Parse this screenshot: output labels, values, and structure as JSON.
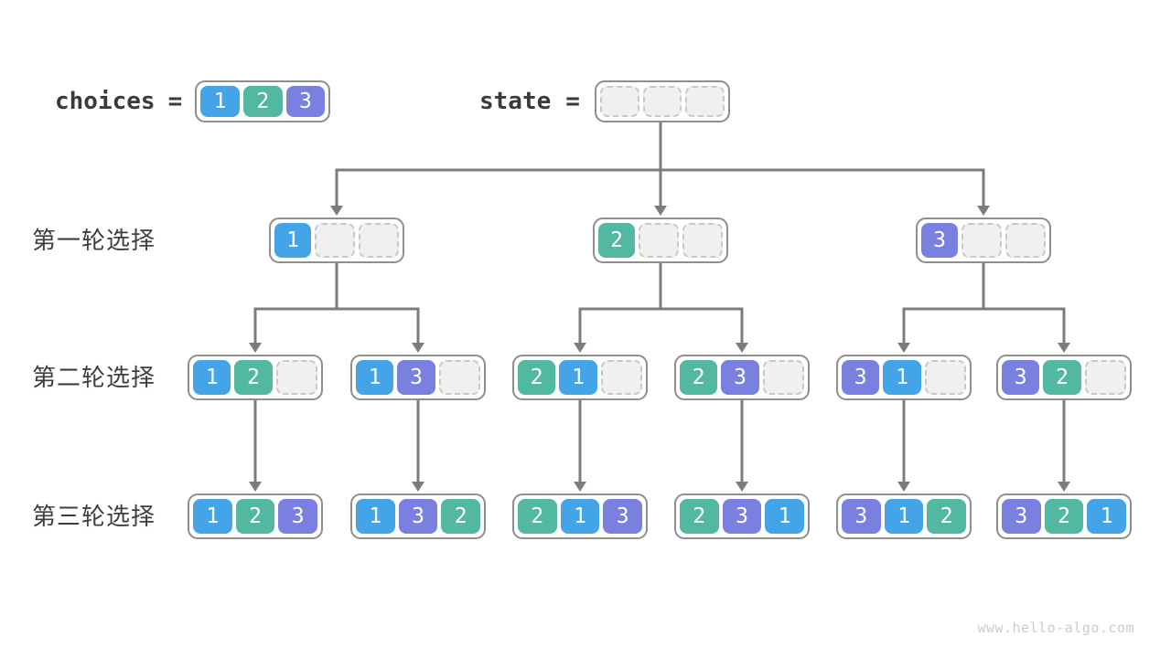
{
  "page": {
    "watermark": "www.hello-algo.com",
    "background": "#ffffff"
  },
  "colors": {
    "choice1": "#43A5E7",
    "choice2": "#52B8A2",
    "choice3": "#7A80E0",
    "emptyFill": "#f0f0f0",
    "emptyBorder": "#c8c8c8",
    "boxBorder": "#8e8e8e",
    "arrow": "#7c7c7c",
    "labelText": "#3e3e3e"
  },
  "legend": {
    "choices": {
      "label": "choices",
      "operator": "=",
      "cells": [
        1,
        2,
        3
      ]
    },
    "state": {
      "label": "state",
      "operator": "=",
      "cells": [
        null,
        null,
        null
      ]
    }
  },
  "rounds": [
    {
      "label": "第一轮选择",
      "states": [
        [
          1,
          null,
          null
        ],
        [
          2,
          null,
          null
        ],
        [
          3,
          null,
          null
        ]
      ]
    },
    {
      "label": "第二轮选择",
      "states": [
        [
          1,
          2,
          null
        ],
        [
          1,
          3,
          null
        ],
        [
          2,
          1,
          null
        ],
        [
          2,
          3,
          null
        ],
        [
          3,
          1,
          null
        ],
        [
          3,
          2,
          null
        ]
      ]
    },
    {
      "label": "第三轮选择",
      "states": [
        [
          1,
          2,
          3
        ],
        [
          1,
          3,
          2
        ],
        [
          2,
          1,
          3
        ],
        [
          2,
          3,
          1
        ],
        [
          3,
          1,
          2
        ],
        [
          3,
          2,
          1
        ]
      ]
    }
  ]
}
